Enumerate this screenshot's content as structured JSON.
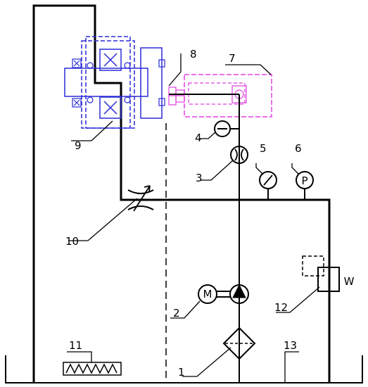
{
  "labels": {
    "l1": "1",
    "l2": "2",
    "l3": "3",
    "l4": "4",
    "l5": "5",
    "l6": "6",
    "l7": "7",
    "l8": "8",
    "l9": "9",
    "l10": "10",
    "l11": "11",
    "l12": "12",
    "l13": "13"
  },
  "symbols": {
    "motor": "M",
    "pressure_gauge": "P",
    "spring_end": "W"
  },
  "colors": {
    "line": "#000000",
    "bearing_assembly": "#2a2ad8",
    "cylinder": "#e040e0"
  }
}
